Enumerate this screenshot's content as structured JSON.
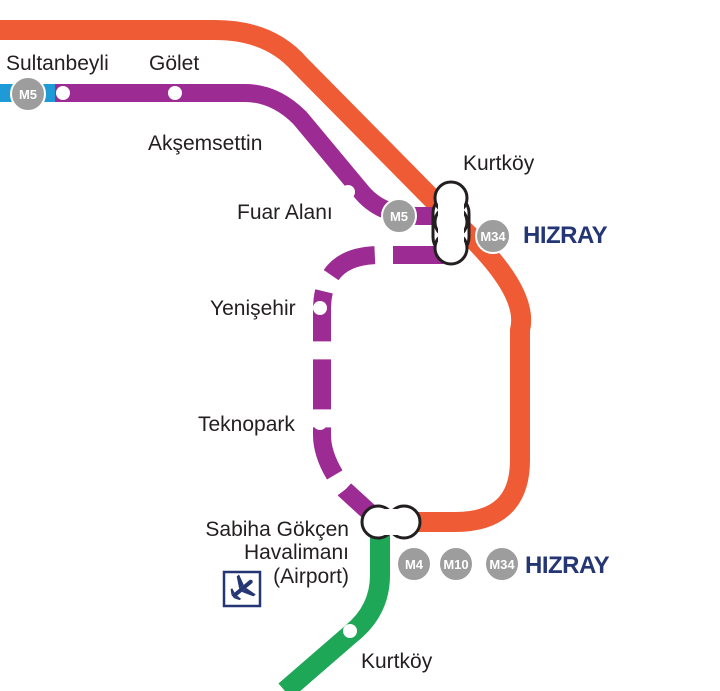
{
  "colors": {
    "m5_purple": "#9c2b93",
    "orange": "#ef5b34",
    "m4_blue": "#1e9ad6",
    "green": "#1ea756",
    "badge_gray": "#9d9d9d",
    "hizray_navy": "#243673"
  },
  "stations": {
    "sultanbeyli": "Sultanbeyli",
    "golet": "Gölet",
    "aksemsettin": "Akşemsettin",
    "fuar_alani": "Fuar Alanı",
    "kurtkoy_top": "Kurtköy",
    "yenisehir": "Yenişehir",
    "teknopark": "Teknopark",
    "sabiha_line1": "Sabiha Gökçen",
    "sabiha_line2": "Havalimanı",
    "sabiha_line3": "(Airport)",
    "kurtkoy_bottom": "Kurtköy"
  },
  "badges": {
    "m5_left": "M5",
    "m5_kurtkoy": "M5",
    "m34_kurtkoy": "M34",
    "m4_sabiha": "M4",
    "m10_sabiha": "M10",
    "m34_sabiha": "M34"
  },
  "hizray": {
    "kurtkoy": "HIZRAY",
    "sabiha": "HIZRAY"
  },
  "icons": {
    "airport": "airplane-icon"
  }
}
